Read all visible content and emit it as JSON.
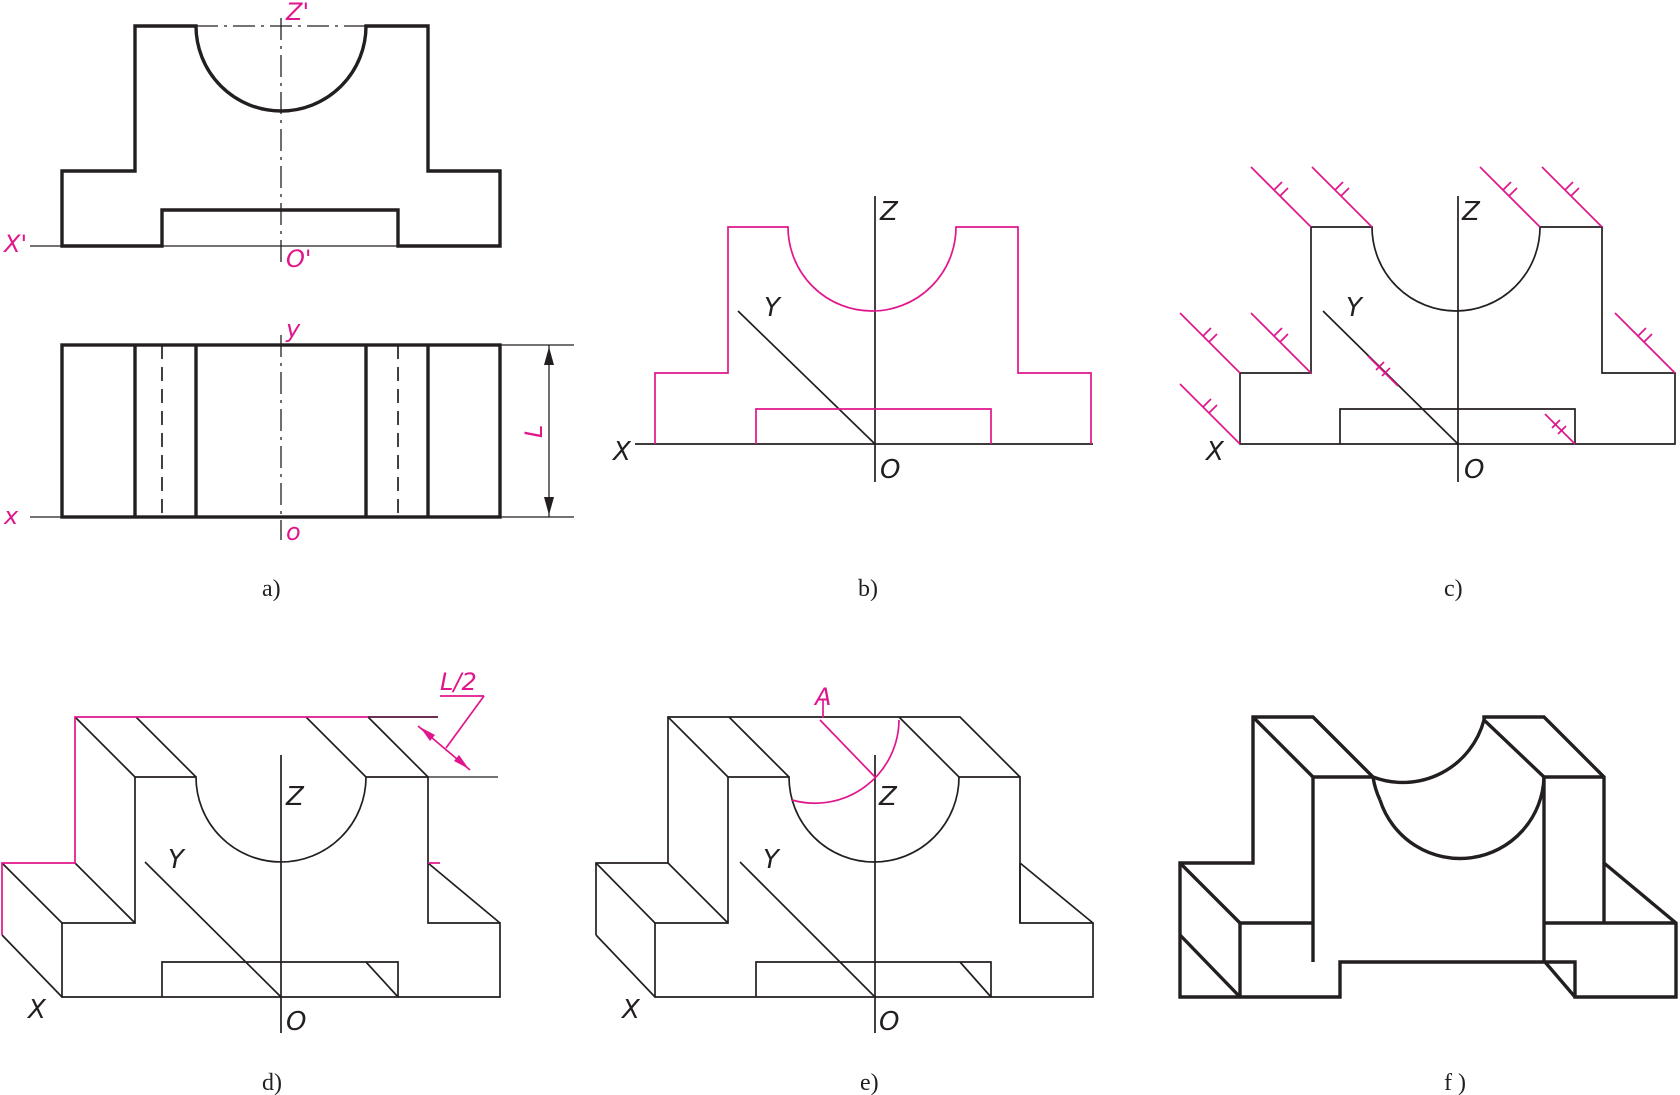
{
  "colors": {
    "line": "#231f20",
    "highlight": "#e0168c"
  },
  "panel_a": {
    "caption": "a)",
    "z_label": "Z'",
    "x_label": "X'",
    "o_label": "O'",
    "y_label": "y",
    "x2_label": "x",
    "o2_label": "o",
    "dim_label": "L"
  },
  "panel_b": {
    "caption": "b)",
    "z_label": "Z",
    "y_label": "Y",
    "x_label": "X",
    "o_label": "O"
  },
  "panel_c": {
    "caption": "c)",
    "z_label": "Z",
    "y_label": "Y",
    "x_label": "X",
    "o_label": "O"
  },
  "panel_d": {
    "caption": "d)",
    "z_label": "Z",
    "y_label": "Y",
    "x_label": "X",
    "o_label": "O",
    "dim_label": "L/2"
  },
  "panel_e": {
    "caption": "e)",
    "z_label": "Z",
    "y_label": "Y",
    "x_label": "X",
    "o_label": "O",
    "point_label": "A"
  },
  "panel_f": {
    "caption": "f )"
  }
}
